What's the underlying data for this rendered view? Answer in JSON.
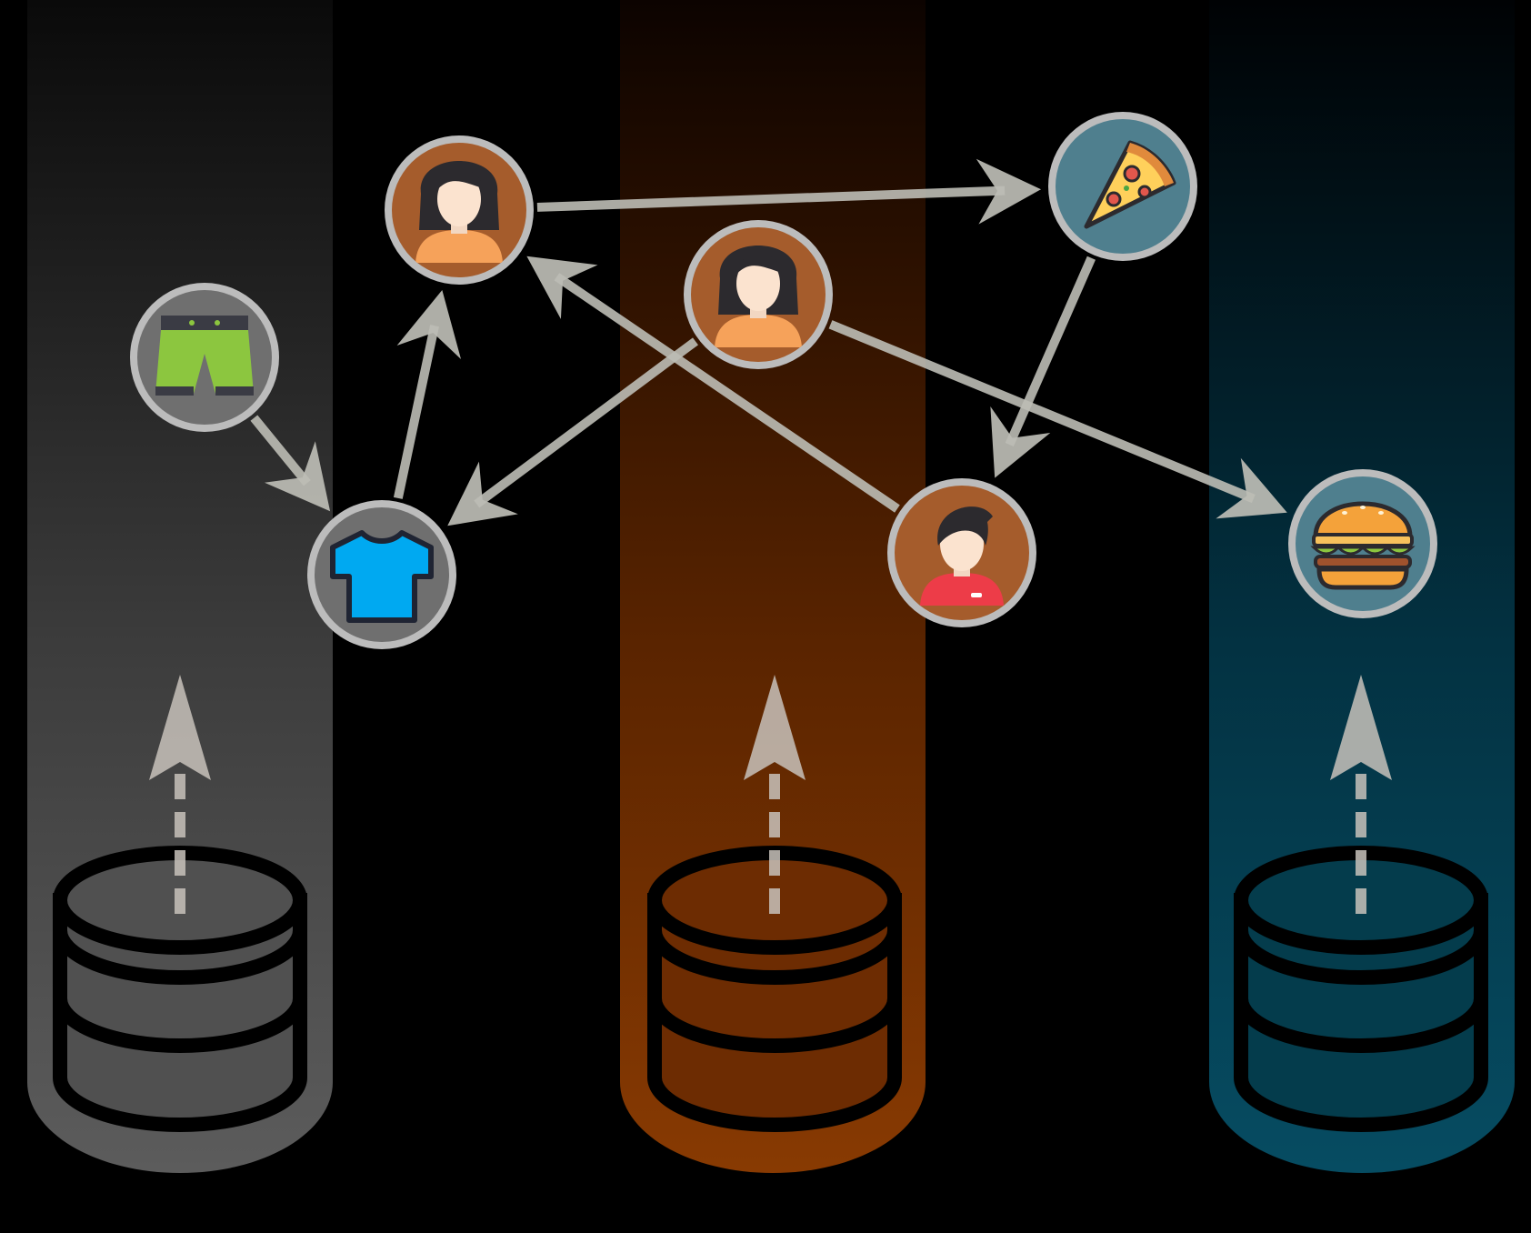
{
  "colors": {
    "background": "#000000",
    "edge": "#bdbdb5",
    "node_ring": "#bcbcbc",
    "person_fill": "#a55c2c",
    "product_fill": "#6f6f6f",
    "food_fill": "#4f7f8e",
    "store_gray": "#505050",
    "store_orange": "#6d2c02",
    "store_teal": "#043c4c"
  },
  "nodes": [
    {
      "id": "shorts",
      "kind": "product",
      "icon": "shorts-icon"
    },
    {
      "id": "tshirt",
      "kind": "product",
      "icon": "tshirt-icon"
    },
    {
      "id": "woman_a",
      "kind": "person",
      "icon": "woman-avatar-icon"
    },
    {
      "id": "woman_b",
      "kind": "person",
      "icon": "woman-avatar-icon"
    },
    {
      "id": "man",
      "kind": "person",
      "icon": "man-avatar-icon"
    },
    {
      "id": "pizza",
      "kind": "food",
      "icon": "pizza-icon"
    },
    {
      "id": "burger",
      "kind": "food",
      "icon": "burger-icon"
    }
  ],
  "edges": [
    {
      "from": "shorts",
      "to": "tshirt"
    },
    {
      "from": "tshirt",
      "to": "woman_a"
    },
    {
      "from": "woman_a",
      "to": "pizza"
    },
    {
      "from": "woman_b",
      "to": "tshirt"
    },
    {
      "from": "woman_b",
      "to": "burger"
    },
    {
      "from": "pizza",
      "to": "man"
    },
    {
      "from": "man",
      "to": "woman_a"
    }
  ],
  "stores": [
    {
      "id": "store_gray",
      "icon": "database-icon",
      "color": "#505050"
    },
    {
      "id": "store_orange",
      "icon": "database-icon",
      "color": "#6d2c02"
    },
    {
      "id": "store_teal",
      "icon": "database-icon",
      "color": "#043c4c"
    }
  ]
}
